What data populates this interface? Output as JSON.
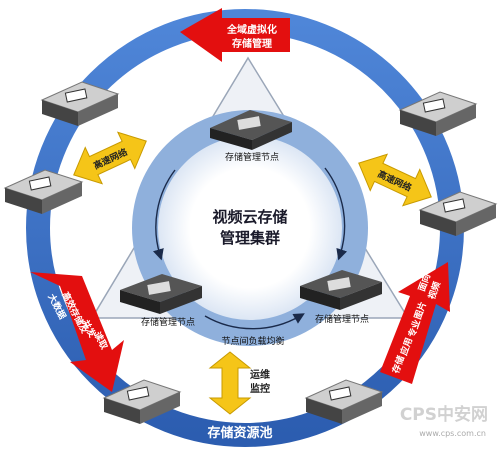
{
  "center": {
    "line1": "视频云存储",
    "line2": "管理集群"
  },
  "nodes": {
    "top": "存储管理节点",
    "left": "存储管理节点",
    "right": "存储管理节点",
    "balance": "节点间负载均衡"
  },
  "red_arrows": {
    "top": [
      "全域虚拟化",
      "存储管理"
    ],
    "left": [
      "大数据",
      "高效",
      "存储及",
      "并发",
      "读取"
    ],
    "right": [
      "面向",
      "视频",
      "图片",
      "专业",
      "应用",
      "存储"
    ]
  },
  "yellow_arrows": {
    "left": "高速网络",
    "right": "高速网络",
    "bottom": [
      "运维",
      "监控"
    ]
  },
  "pool": "存储资源池",
  "watermark": {
    "brand": "CPS中安网",
    "url": "www.cps.com.cn"
  },
  "colors": {
    "ring": "#3a6fc4",
    "inner_disc": "#8fb0dc",
    "core_disc": "#ffffff",
    "red_arrow": "#e30f0f",
    "yellow_arrow": "#f5c518",
    "server_dark": "#2b2b2b",
    "triangle": "#eef1f6"
  }
}
